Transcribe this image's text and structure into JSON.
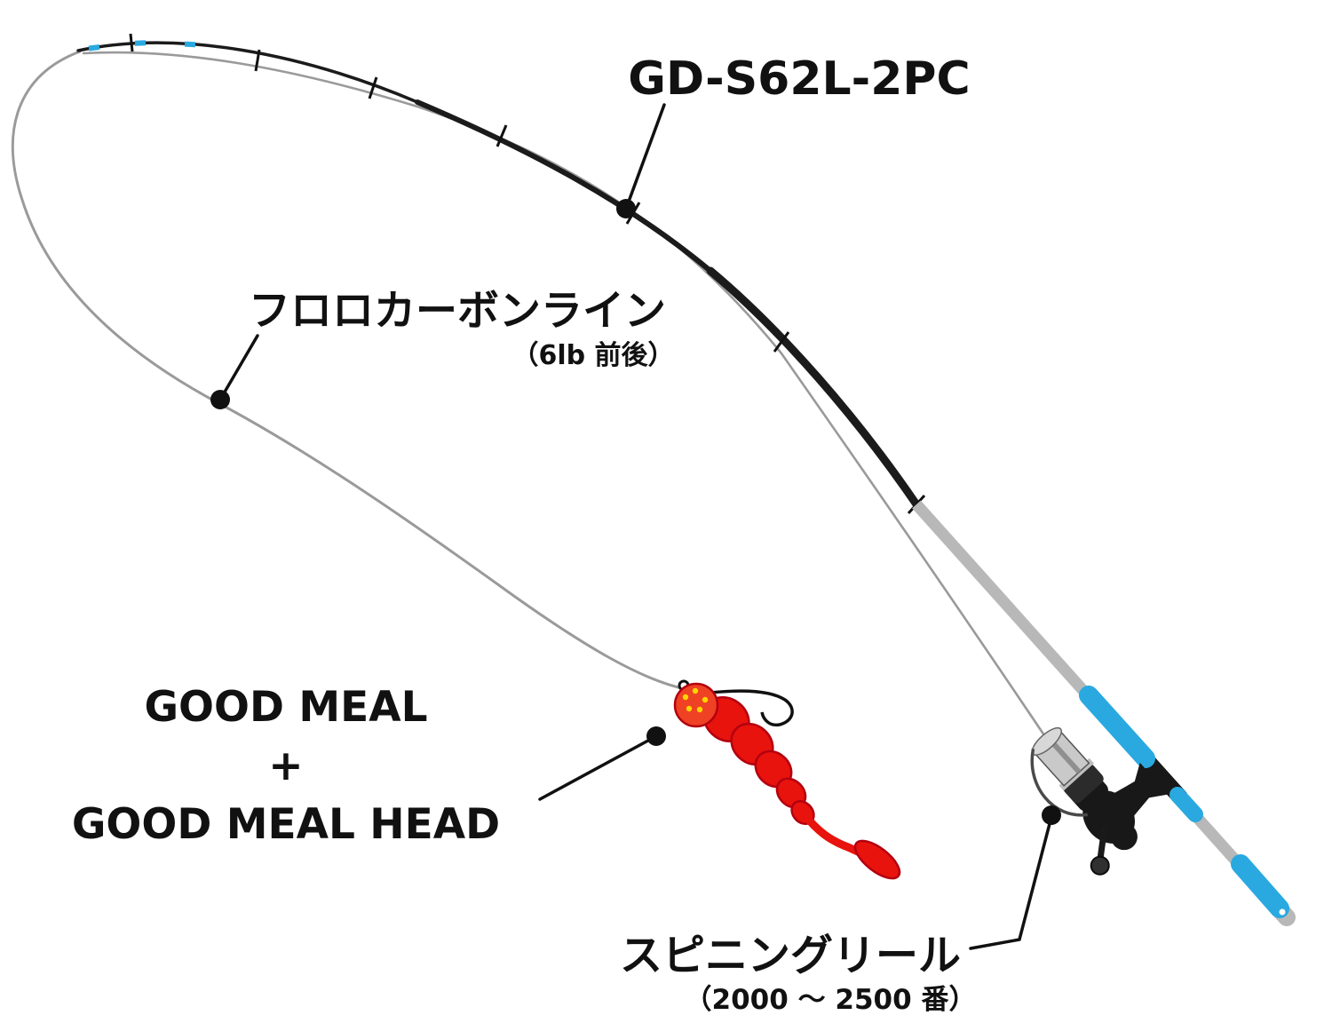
{
  "labels": {
    "rod_model": "GD-S62L-2PC",
    "line_name": "フロロカーボンライン",
    "line_spec": "（6lb 前後）",
    "lure_line1": "GOOD MEAL",
    "lure_line2": "+",
    "lure_line3": "GOOD MEAL HEAD",
    "reel_name": "スピニングリール",
    "reel_spec": "（2000 ～ 2500 番）"
  },
  "colors": {
    "line_gray": "#9a9a9a",
    "rod_dark": "#1b1b1b",
    "rod_silver": "#b8b8b8",
    "grip_blue": "#2aa9e0",
    "reel_body": "#181818",
    "spool_silver": "#c9c9c9",
    "lure_red": "#e8130c",
    "lure_head": "#ef4123",
    "lure_dots": "#ffd400",
    "text_black": "#111111"
  }
}
